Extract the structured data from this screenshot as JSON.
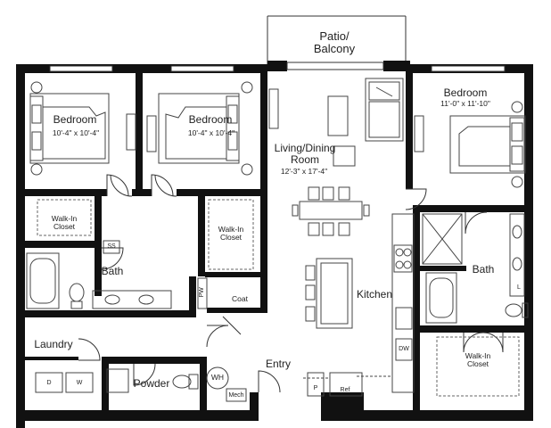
{
  "rooms": {
    "patio": {
      "name": "Patio/",
      "name2": "Balcony"
    },
    "bedroom_left": {
      "name": "Bedroom",
      "size": "10'-4\" x 10'-4\""
    },
    "bedroom_mid": {
      "name": "Bedroom",
      "size": "10'-4\" x 10'-4\""
    },
    "bedroom_right": {
      "name": "Bedroom",
      "size": "11'-0\" x 11'-10\""
    },
    "living": {
      "name": "Living/Dining",
      "name2": "Room",
      "size": "12'-3\" x 17'-4\""
    },
    "walkin_left": {
      "name": "Walk-In",
      "name2": "Closet"
    },
    "walkin_mid": {
      "name": "Walk-In",
      "name2": "Closet"
    },
    "walkin_right": {
      "name": "Walk-In",
      "name2": "Closet"
    },
    "bath_left": {
      "name": "Bath"
    },
    "bath_right": {
      "name": "Bath"
    },
    "kitchen": {
      "name": "Kitchen"
    },
    "laundry": {
      "name": "Laundry"
    },
    "powder": {
      "name": "Powder"
    },
    "entry": {
      "name": "Entry"
    },
    "coat": {
      "name": "Coat"
    }
  },
  "tags": {
    "ss": "SS",
    "pw": "PW",
    "dryer": "D",
    "washer": "W",
    "wh": "WH",
    "mech": "Mech",
    "dw": "DW",
    "pantry": "P",
    "ref": "Ref",
    "linen": "L"
  }
}
